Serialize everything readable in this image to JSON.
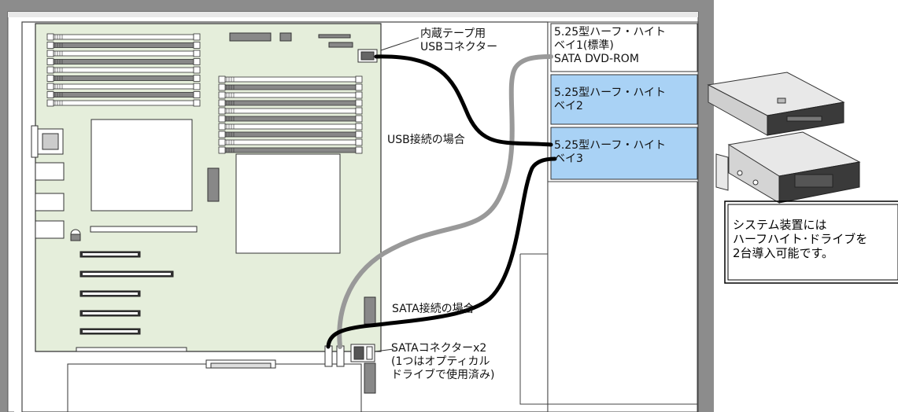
{
  "labels": {
    "usb_internal_connector": [
      "内蔵テープ用",
      "USBコネクター"
    ],
    "usb_connection": "USB接続の場合",
    "sata_connection": "SATA接続の場合",
    "sata_connectors": [
      "SATAコネクターx2",
      "(1つはオプティカル",
      "ドライブで使用済み)"
    ]
  },
  "bays": [
    {
      "lines": [
        "5.25型ハーフ・ハイト",
        "ベイ1(標準)",
        "SATA DVD-ROM"
      ],
      "highlighted": false
    },
    {
      "lines": [
        "5.25型ハーフ・ハイト",
        "ベイ2"
      ],
      "highlighted": true
    },
    {
      "lines": [
        "5.25型ハーフ・ハイト",
        "ベイ3"
      ],
      "highlighted": true
    }
  ],
  "note": [
    "システム装置には",
    "ハーフハイト･ドライブを",
    "2台導入可能です。"
  ],
  "colors": {
    "board": "#e5eedb",
    "chassis_frame": "#8c8c8c",
    "bay_highlight": "#a9d2f5",
    "usb_cable": "#000000",
    "sata_cable_installed": "#999999",
    "sata_cable_option": "#000000"
  }
}
